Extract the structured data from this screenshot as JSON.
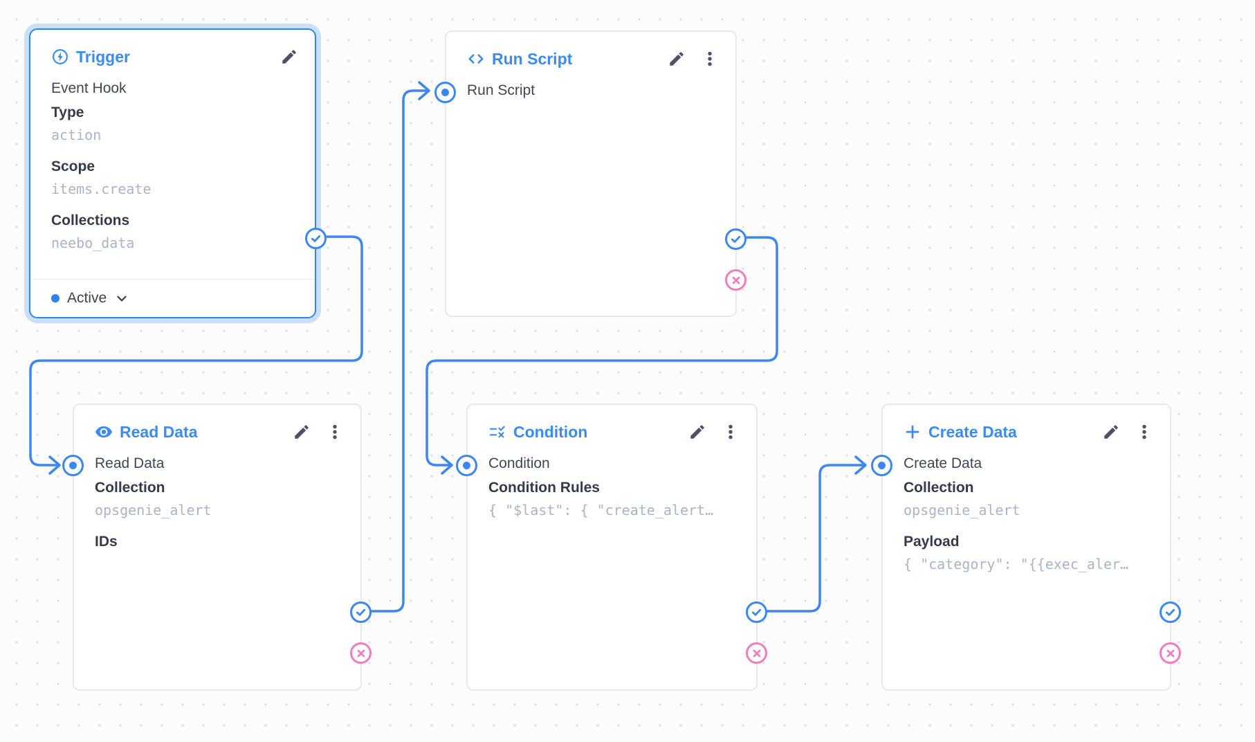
{
  "app": {
    "name": "flow-editor-canvas"
  },
  "colors": {
    "accent_blue": "#3a8bf3",
    "edge_blue": "#3b87f2",
    "reject_pink": "#f27cbd",
    "status_active_dot": "#2d83f2",
    "label_dark": "#333a48",
    "value_muted": "#a9b4c6"
  },
  "icons": [
    "bolt-circle-icon",
    "code-icon",
    "eye-icon",
    "rule-icon",
    "plus-icon",
    "pencil-icon",
    "kebab-menu-icon",
    "chevron-down-icon",
    "check-icon",
    "x-icon",
    "input-dot-icon"
  ],
  "nodes": [
    {
      "id": "trigger",
      "title": "Trigger",
      "icon": "bolt-circle-icon",
      "selected": true,
      "name_row": "Event Hook",
      "fields": [
        {
          "label": "Type",
          "value": "action"
        },
        {
          "label": "Scope",
          "value": "items.create"
        },
        {
          "label": "Collections",
          "value": "neebo_data"
        }
      ],
      "footer": {
        "status": "Active"
      }
    },
    {
      "id": "run-script",
      "title": "Run Script",
      "icon": "code-icon",
      "name_row": "Run Script",
      "fields": []
    },
    {
      "id": "read-data",
      "title": "Read Data",
      "icon": "eye-icon",
      "name_row": "Read Data",
      "fields": [
        {
          "label": "Collection",
          "value": "opsgenie_alert"
        },
        {
          "label": "IDs"
        }
      ]
    },
    {
      "id": "condition",
      "title": "Condition",
      "icon": "rule-icon",
      "name_row": "Condition",
      "fields": [
        {
          "label": "Condition Rules",
          "value": "{ \"$last\": { \"create_alert…"
        }
      ]
    },
    {
      "id": "create-data",
      "title": "Create Data",
      "icon": "plus-icon",
      "name_row": "Create Data",
      "fields": [
        {
          "label": "Collection",
          "value": "opsgenie_alert"
        },
        {
          "label": "Payload",
          "value": "{ \"category\": \"{{exec_aler…"
        }
      ]
    }
  ]
}
